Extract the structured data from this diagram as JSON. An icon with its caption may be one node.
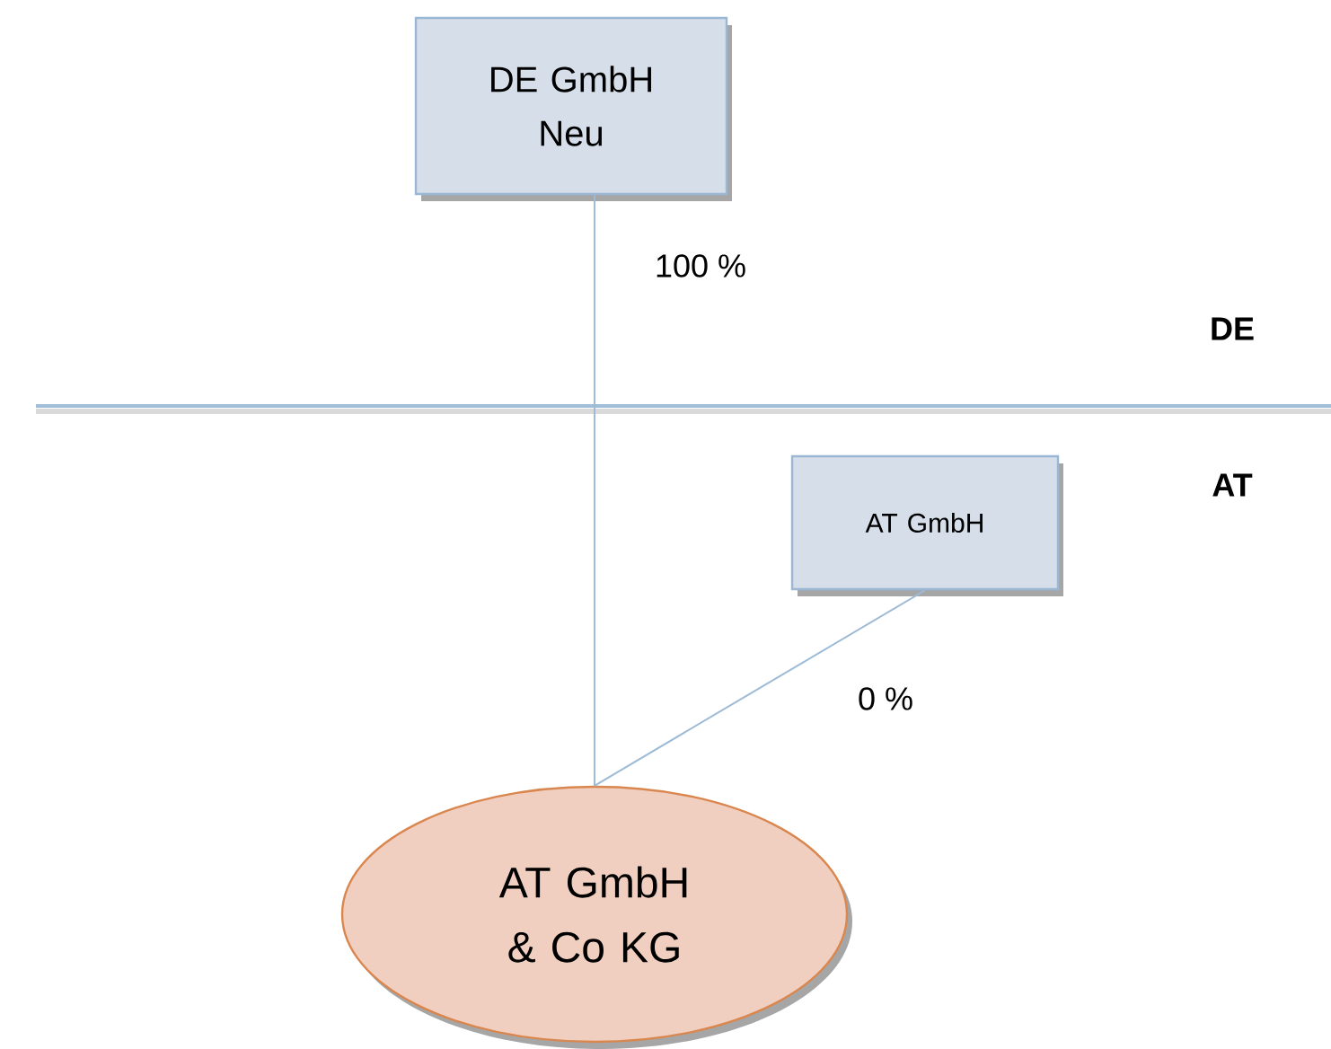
{
  "diagram": {
    "nodes": [
      {
        "text": [
          "DE GmbH Neu"
        ]
      },
      {
        "text": [
          "AT GmbH"
        ]
      },
      {
        "text": [
          "AT GmbH & Co KG"
        ]
      }
    ],
    "edges": [
      {
        "from": 0,
        "to": 2,
        "arrow": "none",
        "label": "100 %"
      },
      {
        "from": 1,
        "to": 2,
        "arrow": "none",
        "label": "0 %"
      }
    ],
    "labels": [
      "DE",
      "AT"
    ]
  }
}
